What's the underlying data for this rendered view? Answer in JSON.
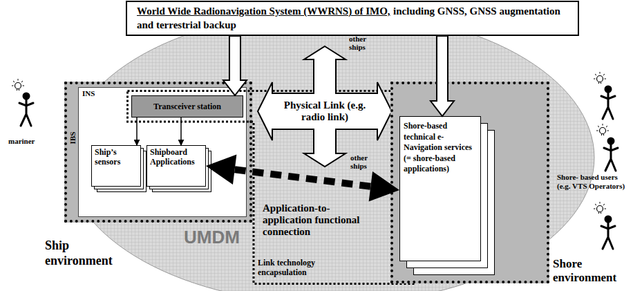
{
  "diagram": {
    "nodes": [
      {
        "text": [
          "World Wide Radionavigation System (WWRNS) of IMO,",
          "including GNSS, GNSS augmentation and terrestrial backup"
        ]
      },
      {
        "text": [
          "Ship environment"
        ]
      },
      {
        "text": [
          "IBS"
        ],
        "in": 1
      },
      {
        "text": [
          "INS"
        ],
        "in": 2
      },
      {
        "text": [
          "Transceiver station"
        ],
        "in": 3
      },
      {
        "text": [
          "Ship’s sensors"
        ],
        "in": 3
      },
      {
        "text": [
          "Shipboard Applications"
        ],
        "in": 3
      },
      {
        "text": [
          "Link technology encapsulation"
        ]
      },
      {
        "text": [
          "Physical Link (e.g. radio link)"
        ]
      },
      {
        "text": [
          "Shore environment"
        ]
      },
      {
        "text": [
          "Shore-based technical e-Navigation services (= shore-based applications)"
        ],
        "in": 9
      }
    ],
    "edges": [
      {
        "from": 0,
        "to": 4,
        "arrow": "to"
      },
      {
        "from": 0,
        "to": 10,
        "arrow": "to"
      },
      {
        "from": 4,
        "to": 5,
        "arrow": "to"
      },
      {
        "from": 4,
        "to": 6,
        "arrow": "to"
      },
      {
        "from": 6,
        "to": 10,
        "arrow": "both",
        "label": "Application-to-application functional connection"
      }
    ],
    "labels": [
      "other ships",
      "other ships",
      "UMDM",
      "mariner",
      "Shore- based users (e.g. VTS Operators)"
    ]
  }
}
